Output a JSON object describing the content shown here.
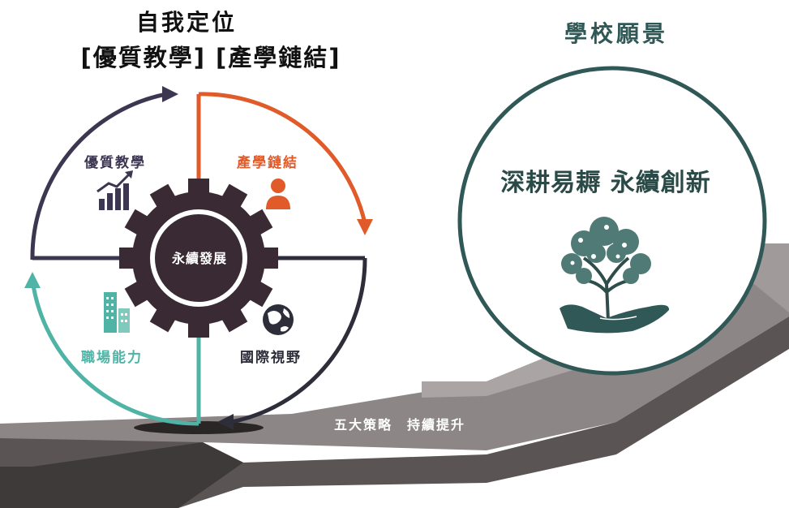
{
  "header": {
    "line1": "自我定位",
    "line2": "[優質教學] [產學鏈結]"
  },
  "vision": {
    "title": "學校願景",
    "text": "深耕易耨 永續創新"
  },
  "strategy": {
    "center": "永續發展",
    "quadrants": [
      {
        "label": "優質教學",
        "icon": "growth-chart-icon",
        "color": "#3d3650"
      },
      {
        "label": "產學鏈結",
        "icon": "person-icon",
        "color": "#e05a2a"
      },
      {
        "label": "職場能力",
        "icon": "buildings-icon",
        "color": "#4fb3a5"
      },
      {
        "label": "國際視野",
        "icon": "globe-icon",
        "color": "#2e2e3a"
      }
    ]
  },
  "road": {
    "label": "五大策略　持續提升"
  },
  "colors": {
    "gear": "#3a2a33",
    "vision_circle": "#2f5856",
    "road_top": "#8c8686",
    "road_side": "#555050"
  }
}
